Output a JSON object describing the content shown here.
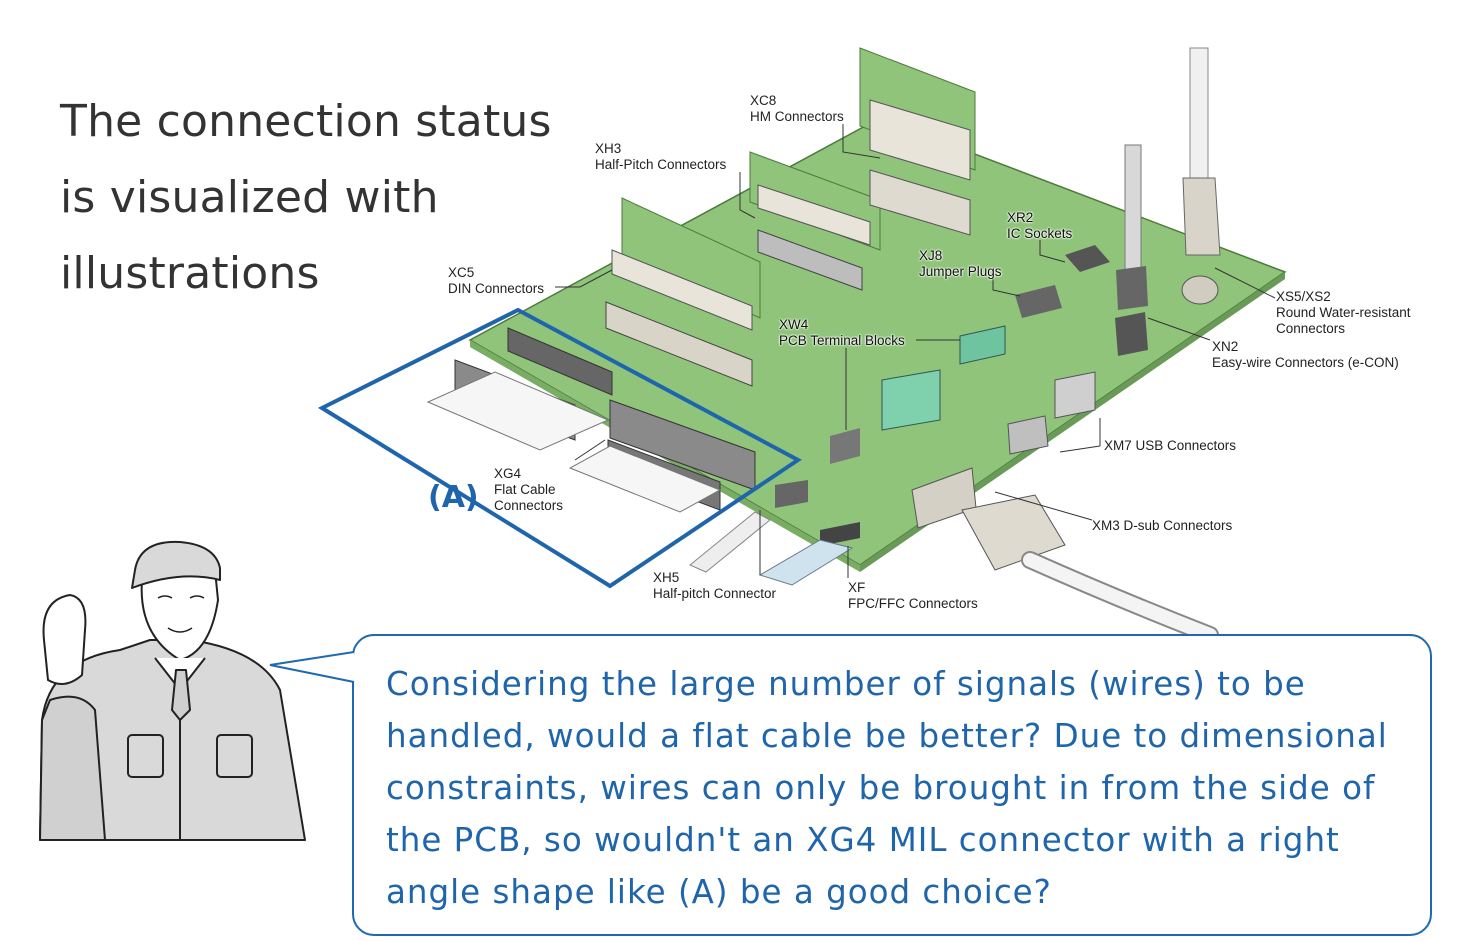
{
  "headline": "The connection status is visualized with illustrations",
  "colors": {
    "accent": "#1f65ac",
    "board_green": "#8fc47a",
    "headline_text": "#333333"
  },
  "highlight": {
    "label": "(A)"
  },
  "connectors": [
    {
      "code": "XC8",
      "name": "HM Connectors"
    },
    {
      "code": "XH3",
      "name": "Half-Pitch Connectors"
    },
    {
      "code": "XC5",
      "name": "DIN Connectors"
    },
    {
      "code": "XR2",
      "name": "IC Sockets"
    },
    {
      "code": "XJ8",
      "name": "Jumper Plugs"
    },
    {
      "code": "XS5/XS2",
      "name": "Round Water-resistant",
      "name2": "Connectors"
    },
    {
      "code": "XN2",
      "name": "Easy-wire Connectors (e-CON)"
    },
    {
      "code": "XW4",
      "name": "PCB Terminal Blocks"
    },
    {
      "code": "XM7",
      "name": "XM7 USB Connectors"
    },
    {
      "code": "XM3",
      "name": "XM3 D-sub Connectors"
    },
    {
      "code": "XG4",
      "name": "Flat Cable",
      "name2": "Connectors"
    },
    {
      "code": "XH5",
      "name": "Half-pitch Connector"
    },
    {
      "code": "XF",
      "name": "FPC/FFC Connectors"
    }
  ],
  "speech_bubble": {
    "text": "Considering the large number of signals (wires) to be handled, would a flat cable be better? Due to dimensional constraints, wires can only be brought in from the side of the PCB, so wouldn't an XG4 MIL connector with a right angle shape like (A) be a good choice?"
  }
}
